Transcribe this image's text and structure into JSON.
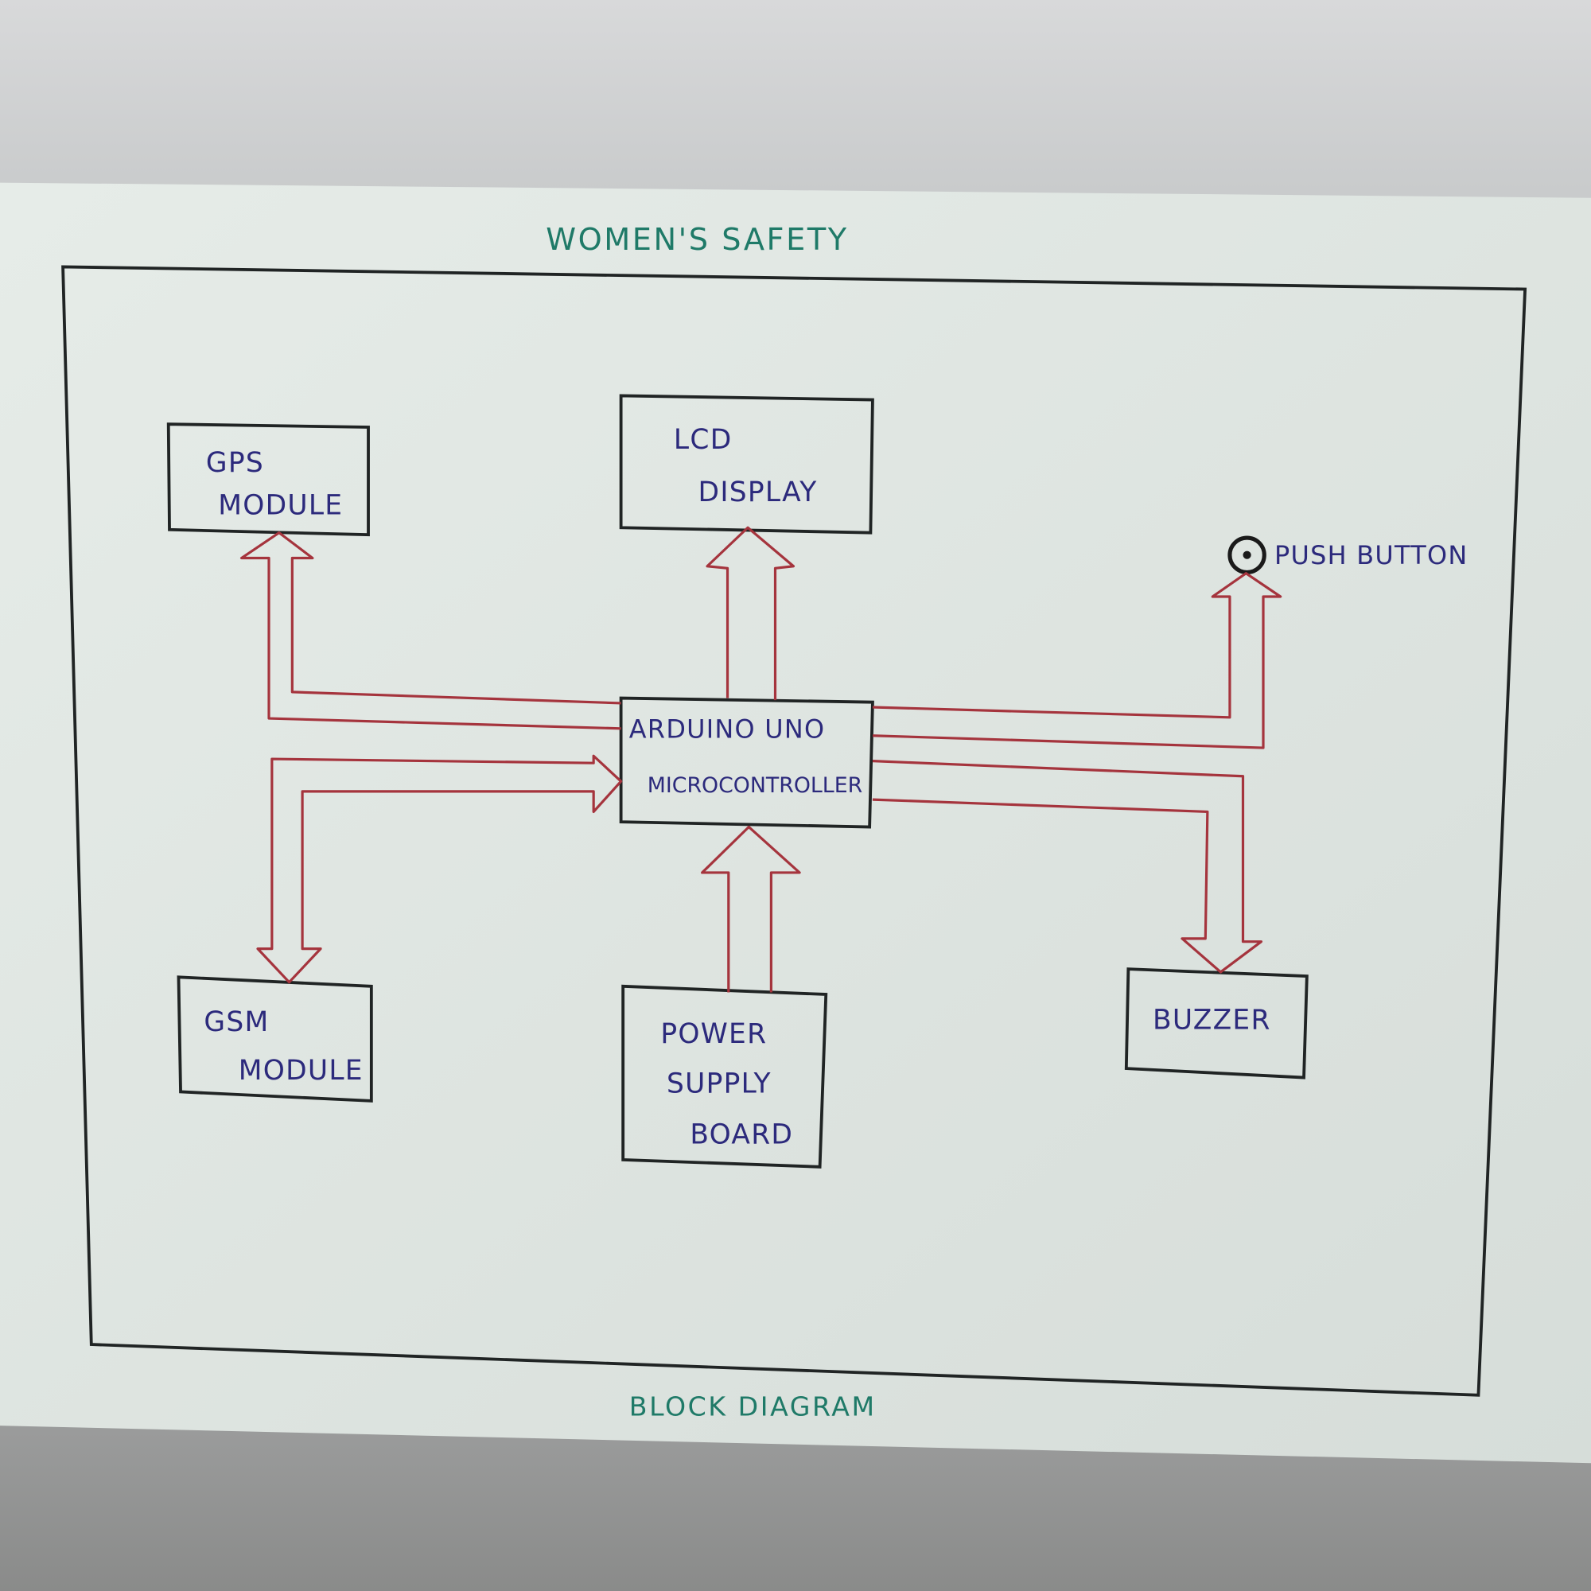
{
  "title": "WOMEN'S SAFETY",
  "caption": "BLOCK DIAGRAM",
  "colors": {
    "ink_text": "#2c2a7c",
    "title_ink": "#1f7a68",
    "arrow_ink": "#a5343d",
    "box_ink": "#202424",
    "paper": "#e6ece8"
  },
  "blocks": {
    "gps": {
      "line1": "GPS",
      "line2": "MODULE"
    },
    "lcd": {
      "line1": "LCD",
      "line2": "DISPLAY"
    },
    "arduino": {
      "line1": "ARDUINO UNO",
      "line2": "MICROCONTROLLER"
    },
    "gsm": {
      "line1": "GSM",
      "line2": "MODULE"
    },
    "power": {
      "line1": "POWER",
      "line2": "SUPPLY",
      "line3": "BOARD"
    },
    "buzzer": {
      "line1": "BUZZER"
    },
    "push_button": {
      "label": "PUSH BUTTON",
      "icon": "push-button-icon"
    }
  }
}
